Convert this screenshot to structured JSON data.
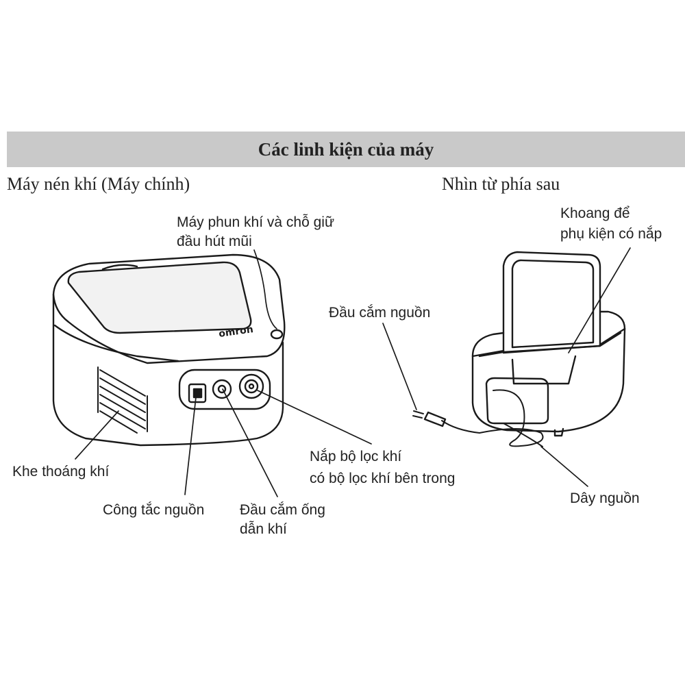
{
  "header": {
    "title": "Các linh kiện của máy"
  },
  "left": {
    "heading": "Máy nén khí (Máy chính)",
    "brand": "omron",
    "labels": {
      "nebulizer_holder_line1": "Máy phun khí và chỗ giữ",
      "nebulizer_holder_line2": "đầu hút mũi",
      "air_vent": "Khe thoáng khí",
      "power_switch": "Công tắc nguồn",
      "air_tube_line1": "Đầu cắm ống",
      "air_tube_line2": "dẫn khí",
      "filter_line1": "Nắp bộ lọc khí",
      "filter_line2": "có bộ lọc khí bên trong"
    }
  },
  "right": {
    "heading": "Nhìn từ phía sau",
    "labels": {
      "compartment_line1": "Khoang để",
      "compartment_line2": "phụ kiện có nắp",
      "plug": "Đầu cắm nguồn",
      "cord": "Dây nguồn"
    }
  },
  "colors": {
    "banner": "#c9c9c9",
    "line": "#1a1a1a",
    "top_panel": "#f2f2f2"
  }
}
